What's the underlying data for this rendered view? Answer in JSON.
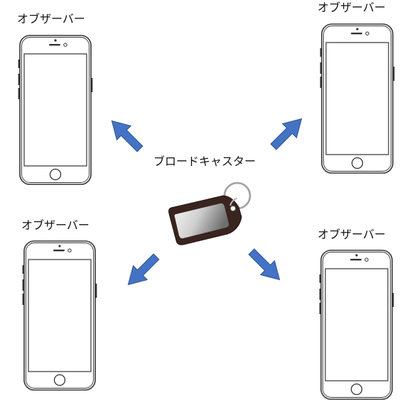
{
  "broadcaster": {
    "label": "ブロードキャスター"
  },
  "observers": [
    {
      "label": "オブザーバー"
    },
    {
      "label": "オブザーバー"
    },
    {
      "label": "オブザーバー"
    },
    {
      "label": "オブザーバー"
    }
  ],
  "colors": {
    "arrow": "#4472c4",
    "arrow_stroke": "#2f5597",
    "phone_outline": "#333333",
    "tag_body": "#3a2420",
    "tag_screen_light": "#f2f2f2",
    "tag_screen_dark": "#7f7f7f",
    "ring": "#b8b8b8"
  }
}
